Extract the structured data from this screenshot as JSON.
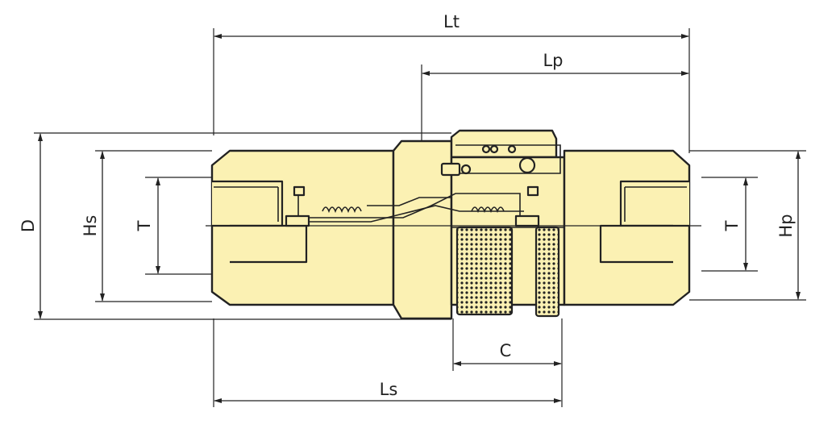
{
  "diagram": {
    "colors": {
      "body_fill": "#fbf1b3",
      "outline": "#222222",
      "background": "#ffffff"
    },
    "labels": {
      "overall_length": "Lt",
      "plug_length": "Lp",
      "socket_length": "Ls",
      "sleeve_length": "C",
      "outer_diameter": "D",
      "socket_hex": "Hs",
      "plug_hex": "Hp",
      "socket_thread": "T",
      "plug_thread": "T"
    }
  }
}
